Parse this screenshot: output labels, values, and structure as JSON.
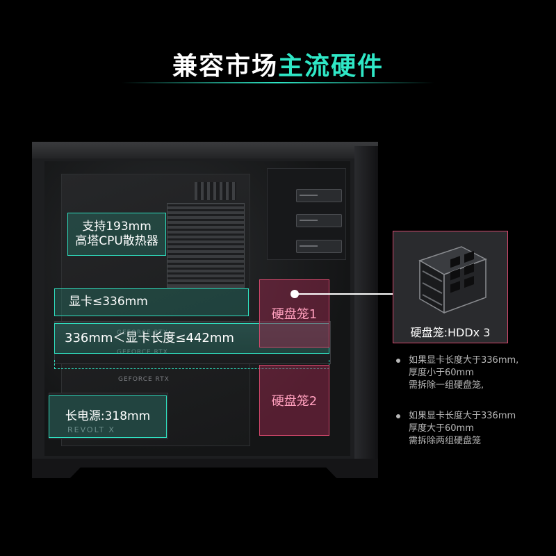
{
  "title": {
    "part1": "兼容市场",
    "part2": "主流硬件"
  },
  "labels": {
    "cpu_line1": "支持193mm",
    "cpu_line2": "高塔CPU散热器",
    "gpu_short": "显卡≤336mm",
    "gpu_long": "336mm＜显卡长度≤442mm",
    "psu": "长电源:318mm",
    "cage1": "硬盘笼1",
    "cage2": "硬盘笼2",
    "inset": "硬盘笼:HDDx 3"
  },
  "product_text": {
    "gpu_brand_1": "GEFORCE RTX",
    "gpu_brand_2": "GEFORCE RTX",
    "gpu_brand_3": "GEFORCE RTX",
    "psu_brand": "REVOLT X"
  },
  "notes": [
    {
      "lines": [
        "如果显卡长度大于336mm,",
        "厚度小于60mm",
        "需拆除一组硬盘笼,"
      ]
    },
    {
      "lines": [
        "如果显卡长度大于336mm",
        "厚度大于60mm",
        "需拆除两组硬盘笼"
      ]
    }
  ],
  "colors": {
    "accent": "#2fe7c6",
    "cage": "#d8486d",
    "background": "#000000"
  }
}
